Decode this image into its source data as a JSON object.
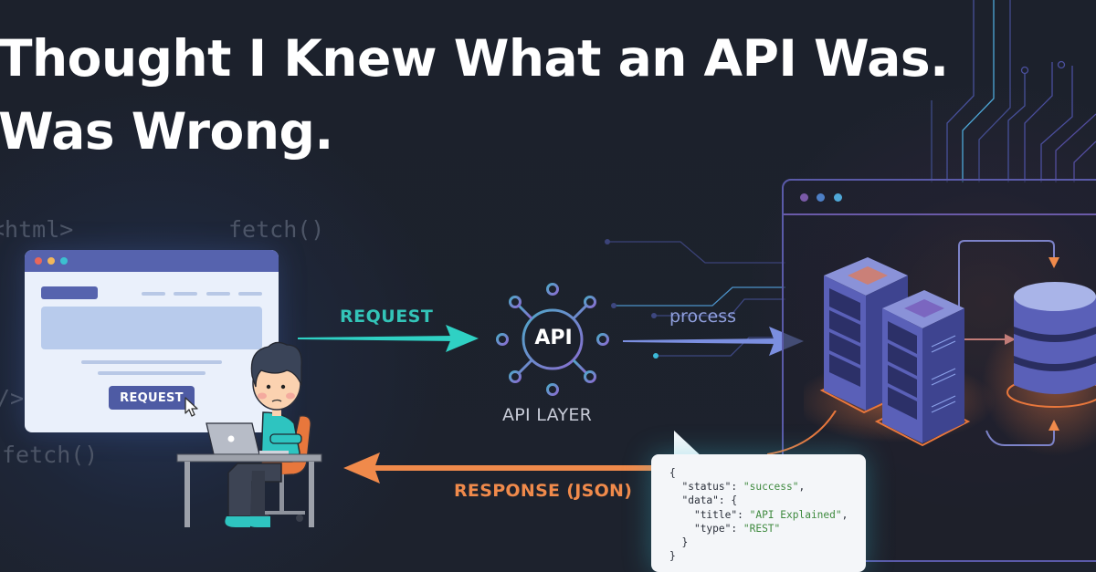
{
  "headline": {
    "line1": "Thought I Knew What an API Was.",
    "line2": "Was Wrong."
  },
  "background_code": {
    "html_tag": "<html>",
    "fetch_top": "fetch()",
    "self_close": "/>",
    "fetch_bottom": "fetch()"
  },
  "client_browser": {
    "window_dots": [
      "#e8675a",
      "#f2b75b",
      "#3cc0d0"
    ],
    "request_button_label": "REQUEST"
  },
  "flow": {
    "request_label": "REQUEST",
    "api_hub_label": "API",
    "api_layer_label": "API LAYER",
    "process_label": "process",
    "response_label": "RESPONSE (JSON)"
  },
  "server_window": {
    "window_dots": [
      "#7a5aa8",
      "#4d7fc6",
      "#4fa8d8"
    ]
  },
  "json_response": {
    "open": "{",
    "status_key": "\"status\"",
    "status_value": "\"success\"",
    "data_key": "\"data\"",
    "title_key": "\"title\"",
    "title_value": "\"API Explained\"",
    "type_key": "\"type\"",
    "type_value": "\"REST\"",
    "close_inner": "}",
    "close": "}"
  },
  "colors": {
    "background": "#1c212c",
    "request_teal": "#2ec9c0",
    "process_blue": "#7b8fe0",
    "response_orange": "#f08a4b",
    "api_purple": "#8a6cd0"
  }
}
